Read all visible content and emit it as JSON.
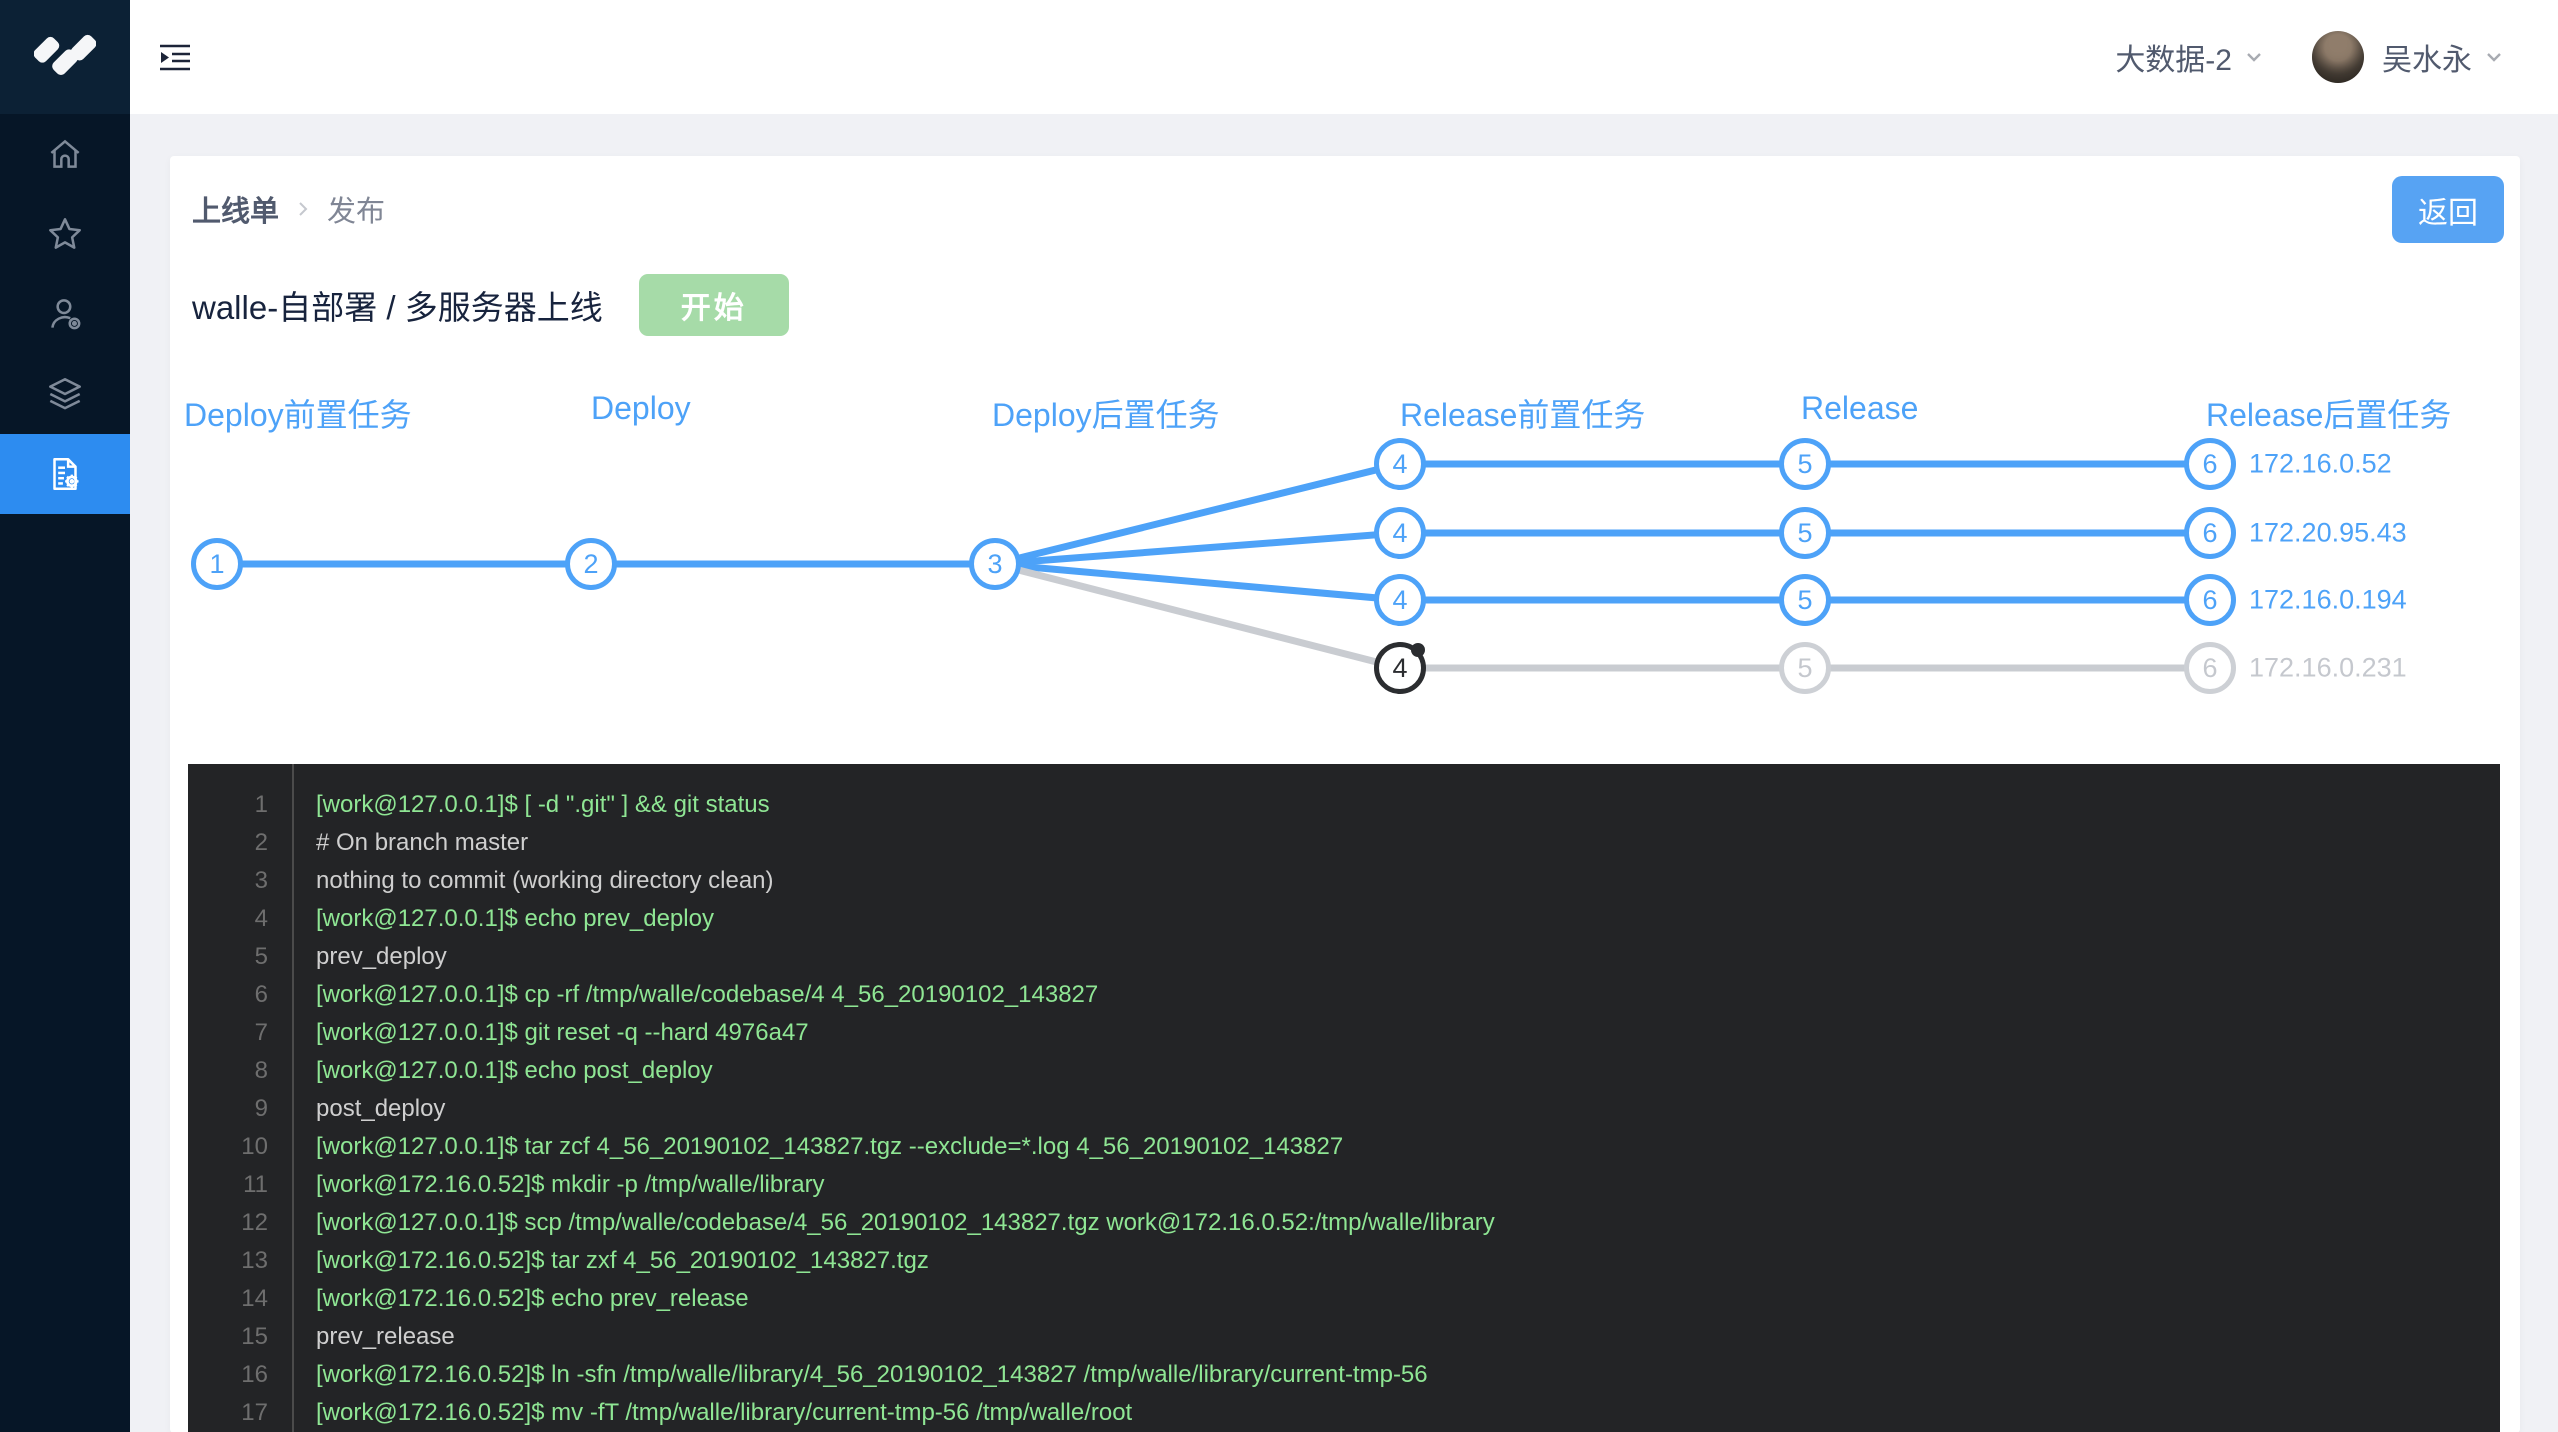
{
  "topbar": {
    "workspace": "大数据-2",
    "username": "吴水永"
  },
  "sidebar": {
    "items": [
      {
        "icon": "home-icon",
        "active": false
      },
      {
        "icon": "star-icon",
        "active": false
      },
      {
        "icon": "user-settings-icon",
        "active": false
      },
      {
        "icon": "layers-icon",
        "active": false
      },
      {
        "icon": "deploy-document-icon",
        "active": true
      }
    ]
  },
  "page": {
    "breadcrumb": [
      "上线单",
      "发布"
    ],
    "back_label": "返回",
    "title": "walle-自部署 / 多服务器上线",
    "start_label": "开始"
  },
  "pipeline": {
    "stages": [
      "Deploy前置任务",
      "Deploy",
      "Deploy后置任务",
      "Release前置任务",
      "Release",
      "Release后置任务"
    ],
    "trunk_nodes": [
      "1",
      "2",
      "3"
    ],
    "node_labels": [
      "4",
      "5",
      "6"
    ],
    "rows": [
      {
        "ip": "172.16.0.52",
        "status": "done"
      },
      {
        "ip": "172.20.95.43",
        "status": "done"
      },
      {
        "ip": "172.16.0.194",
        "status": "done"
      },
      {
        "ip": "172.16.0.231",
        "status": "running"
      }
    ]
  },
  "console": {
    "lines": [
      {
        "n": 1,
        "type": "cmd",
        "text": "[work@127.0.0.1]$ [ -d \".git\" ] && git status"
      },
      {
        "n": 2,
        "type": "out",
        "text": "# On branch master"
      },
      {
        "n": 3,
        "type": "out",
        "text": "nothing to commit (working directory clean)"
      },
      {
        "n": 4,
        "type": "cmd",
        "text": "[work@127.0.0.1]$ echo prev_deploy"
      },
      {
        "n": 5,
        "type": "out",
        "text": "prev_deploy"
      },
      {
        "n": 6,
        "type": "cmd",
        "text": "[work@127.0.0.1]$ cp -rf /tmp/walle/codebase/4 4_56_20190102_143827"
      },
      {
        "n": 7,
        "type": "cmd",
        "text": "[work@127.0.0.1]$ git reset -q --hard 4976a47"
      },
      {
        "n": 8,
        "type": "cmd",
        "text": "[work@127.0.0.1]$ echo post_deploy"
      },
      {
        "n": 9,
        "type": "out",
        "text": "post_deploy"
      },
      {
        "n": 10,
        "type": "cmd",
        "text": "[work@127.0.0.1]$ tar zcf 4_56_20190102_143827.tgz --exclude=*.log 4_56_20190102_143827"
      },
      {
        "n": 11,
        "type": "cmd",
        "text": "[work@172.16.0.52]$ mkdir -p /tmp/walle/library"
      },
      {
        "n": 12,
        "type": "cmd",
        "text": "[work@127.0.0.1]$ scp /tmp/walle/codebase/4_56_20190102_143827.tgz work@172.16.0.52:/tmp/walle/library"
      },
      {
        "n": 13,
        "type": "cmd",
        "text": "[work@172.16.0.52]$ tar zxf 4_56_20190102_143827.tgz"
      },
      {
        "n": 14,
        "type": "cmd",
        "text": "[work@172.16.0.52]$ echo prev_release"
      },
      {
        "n": 15,
        "type": "out",
        "text": "prev_release"
      },
      {
        "n": 16,
        "type": "cmd",
        "text": "[work@172.16.0.52]$ ln -sfn /tmp/walle/library/4_56_20190102_143827 /tmp/walle/library/current-tmp-56"
      },
      {
        "n": 17,
        "type": "cmd",
        "text": "[work@172.16.0.52]$ mv -fT /tmp/walle/library/current-tmp-56 /tmp/walle/root"
      }
    ]
  },
  "colors": {
    "accent_blue": "#4da2f8",
    "pending_gray": "#c5c8ce",
    "running_dark": "#2b2d30",
    "back_blue": "#57a3f3",
    "start_green": "#a6dba8",
    "sidebar_active": "#2d8cf0",
    "console_green": "#8fe694",
    "console_bg": "#232426"
  }
}
